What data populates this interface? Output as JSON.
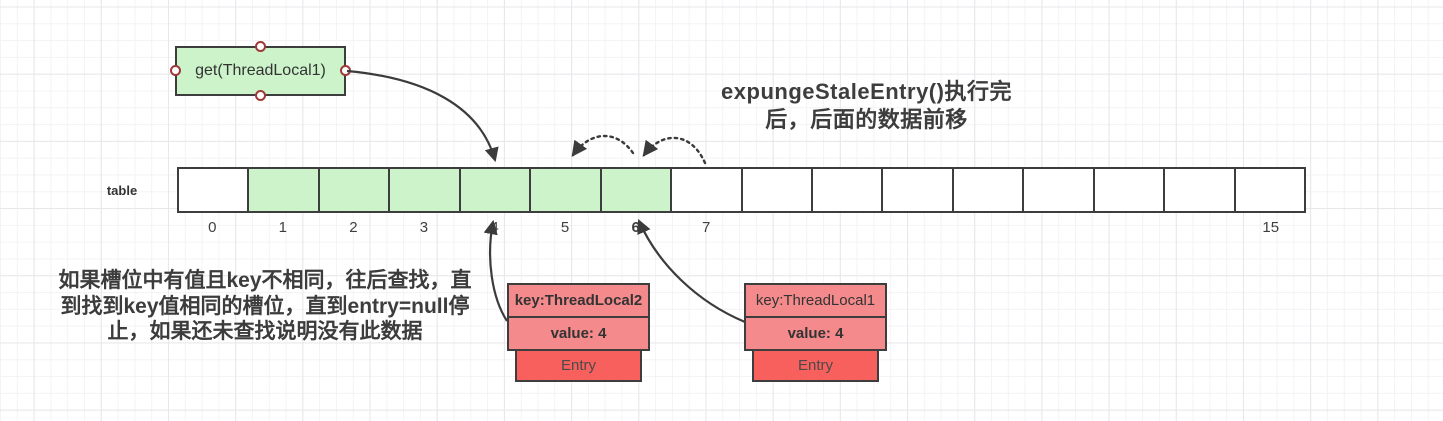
{
  "colors": {
    "canvas_bg": "#ffffff",
    "grid_minor": "#f3f3f6",
    "grid_major": "#e7e7eb",
    "shape_green": "#ccf3c9",
    "shape_border": "#3d3d3d",
    "entry_pink": "#f48a8b",
    "entry_red": "#f8605e",
    "handle_ring": "#9e3937",
    "connector": "#3b3b3b",
    "text_dark": "#333333"
  },
  "get_box": {
    "label": "get(ThreadLocal1)"
  },
  "title": {
    "line1": "expungeStaleEntry()执行完",
    "line2": "后，后面的数据前移"
  },
  "array": {
    "label": "table",
    "cell_count": 16,
    "highlighted_cells": [
      1,
      2,
      3,
      4,
      5,
      6
    ],
    "visible_index_labels": [
      0,
      1,
      2,
      3,
      4,
      5,
      6,
      7,
      15
    ],
    "bold_index_labels": [
      6
    ]
  },
  "annotation": {
    "line1": "如果槽位中有值且key不相同，往后查找，直",
    "line2": "到找到key值相同的槽位，直到entry=null停",
    "line3": "止，如果还未查找说明没有此数据"
  },
  "entry_cards": [
    {
      "key": "key:ThreadLocal2",
      "value": "value: 4",
      "footer": "Entry"
    },
    {
      "key": "key:ThreadLocal1",
      "value": "value: 4",
      "footer": "Entry"
    }
  ]
}
